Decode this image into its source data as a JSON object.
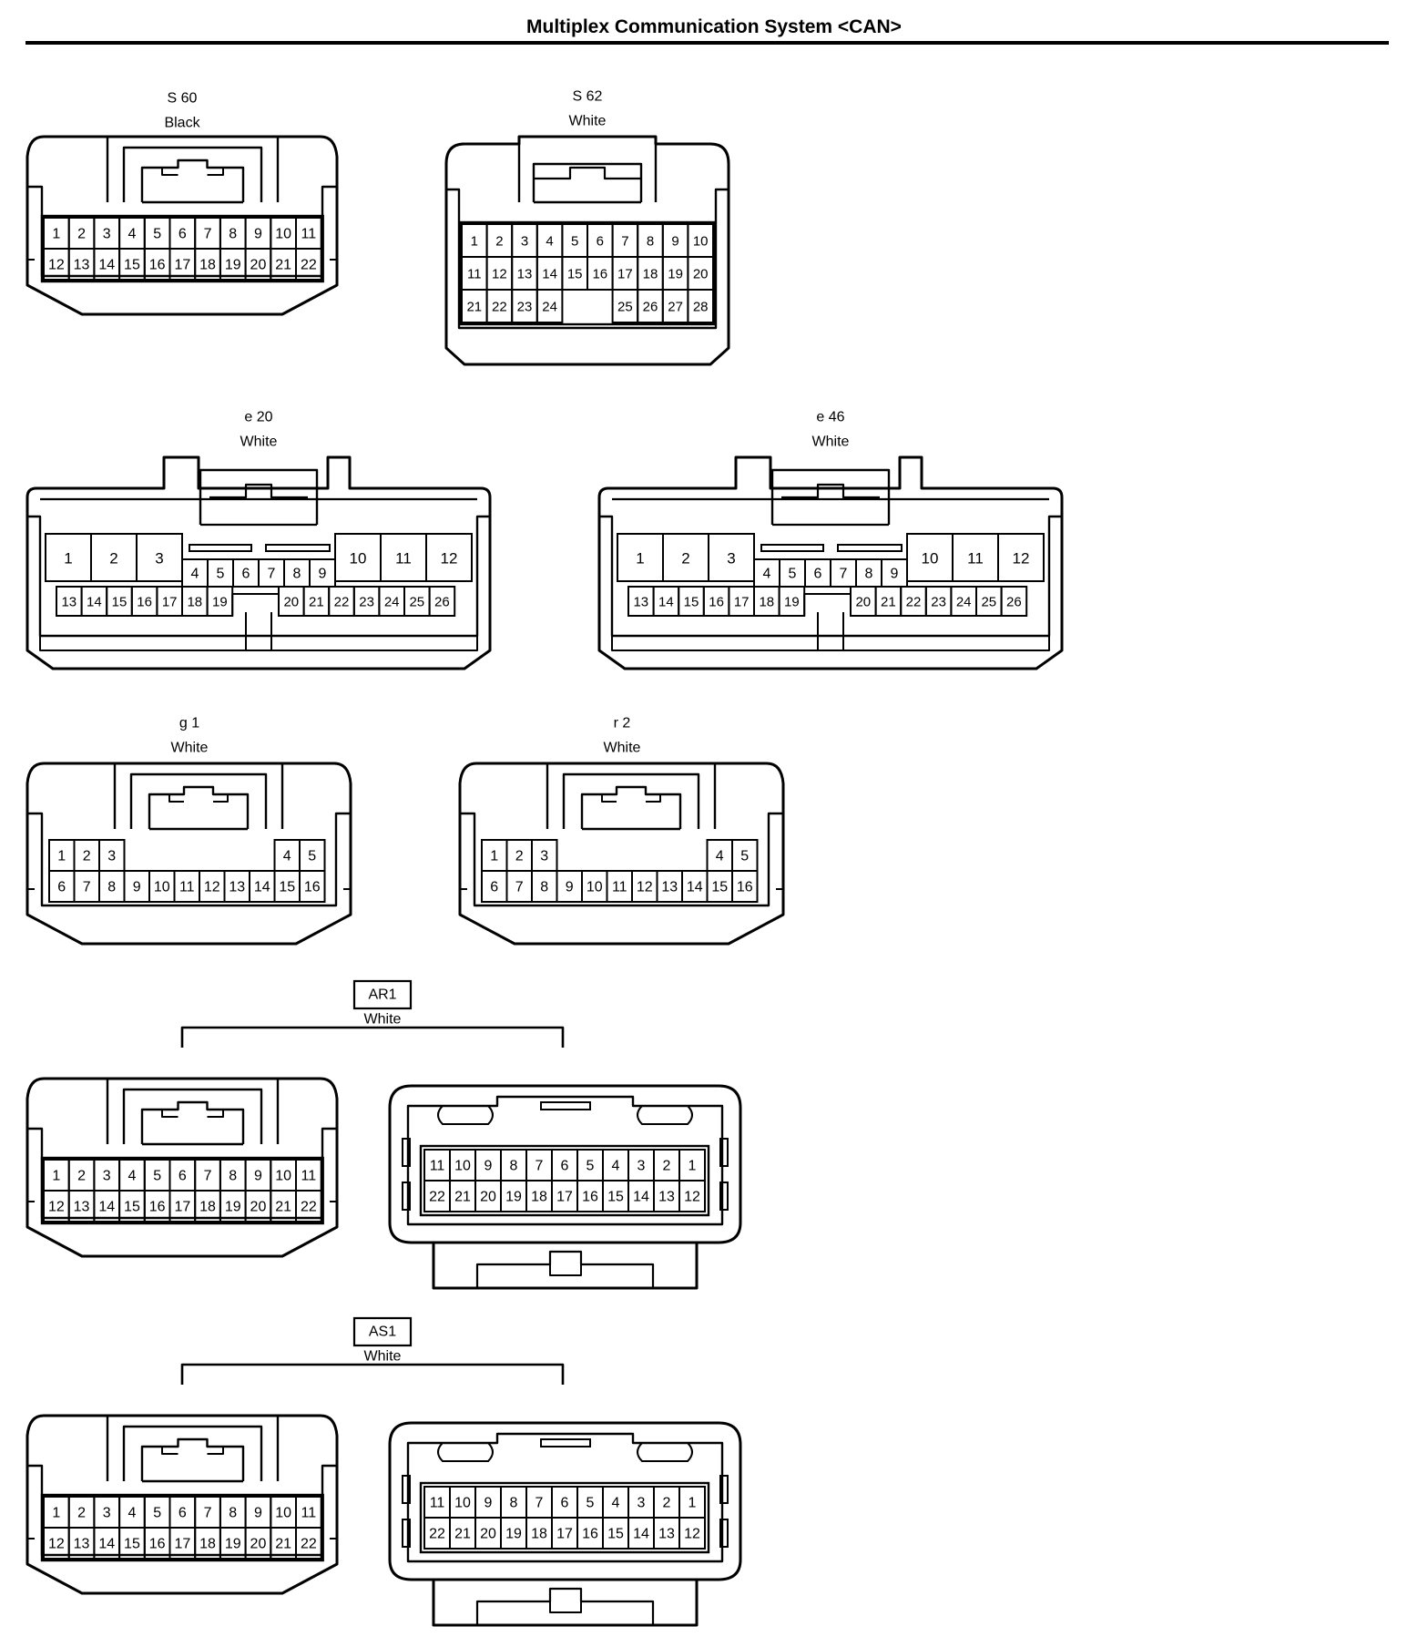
{
  "page": {
    "title": "Multiplex Communication System <CAN>"
  },
  "connectors": [
    {
      "id": "S 60",
      "color": "Black",
      "rows": [
        [
          "1",
          "2",
          "3",
          "4",
          "5",
          "6",
          "7",
          "8",
          "9",
          "10",
          "11"
        ],
        [
          "12",
          "13",
          "14",
          "15",
          "16",
          "17",
          "18",
          "19",
          "20",
          "21",
          "22"
        ]
      ]
    },
    {
      "id": "S 62",
      "color": "White",
      "rows": [
        [
          "1",
          "2",
          "3",
          "4",
          "5",
          "6",
          "7",
          "8",
          "9",
          "10"
        ],
        [
          "11",
          "12",
          "13",
          "14",
          "15",
          "16",
          "17",
          "18",
          "19",
          "20"
        ],
        [
          "21",
          "22",
          "23",
          "24",
          "",
          "",
          "25",
          "26",
          "27",
          "28"
        ]
      ]
    },
    {
      "id": "e 20",
      "color": "White",
      "large_pins": [
        "1",
        "2",
        "3",
        "10",
        "11",
        "12"
      ],
      "middle_pins": [
        "4",
        "5",
        "6",
        "7",
        "8",
        "9"
      ],
      "bottom_pins": [
        "13",
        "14",
        "15",
        "16",
        "17",
        "18",
        "19",
        "20",
        "21",
        "22",
        "23",
        "24",
        "25",
        "26"
      ]
    },
    {
      "id": "e 46",
      "color": "White",
      "large_pins": [
        "1",
        "2",
        "3",
        "10",
        "11",
        "12"
      ],
      "middle_pins": [
        "4",
        "5",
        "6",
        "7",
        "8",
        "9"
      ],
      "bottom_pins": [
        "13",
        "14",
        "15",
        "16",
        "17",
        "18",
        "19",
        "20",
        "21",
        "22",
        "23",
        "24",
        "25",
        "26"
      ]
    },
    {
      "id": "g 1",
      "color": "White",
      "rows": [
        [
          "1",
          "2",
          "3",
          "4",
          "5"
        ],
        [
          "6",
          "7",
          "8",
          "9",
          "10",
          "11",
          "12",
          "13",
          "14",
          "15",
          "16"
        ]
      ]
    },
    {
      "id": "r 2",
      "color": "White",
      "rows": [
        [
          "1",
          "2",
          "3",
          "4",
          "5"
        ],
        [
          "6",
          "7",
          "8",
          "9",
          "10",
          "11",
          "12",
          "13",
          "14",
          "15",
          "16"
        ]
      ]
    },
    {
      "id": "AR1",
      "color": "White",
      "pair": true,
      "female_rows": [
        [
          "1",
          "2",
          "3",
          "4",
          "5",
          "6",
          "7",
          "8",
          "9",
          "10",
          "11"
        ],
        [
          "12",
          "13",
          "14",
          "15",
          "16",
          "17",
          "18",
          "19",
          "20",
          "21",
          "22"
        ]
      ],
      "male_rows": [
        [
          "11",
          "10",
          "9",
          "8",
          "7",
          "6",
          "5",
          "4",
          "3",
          "2",
          "1"
        ],
        [
          "22",
          "21",
          "20",
          "19",
          "18",
          "17",
          "16",
          "15",
          "14",
          "13",
          "12"
        ]
      ]
    },
    {
      "id": "AS1",
      "color": "White",
      "pair": true,
      "female_rows": [
        [
          "1",
          "2",
          "3",
          "4",
          "5",
          "6",
          "7",
          "8",
          "9",
          "10",
          "11"
        ],
        [
          "12",
          "13",
          "14",
          "15",
          "16",
          "17",
          "18",
          "19",
          "20",
          "21",
          "22"
        ]
      ],
      "male_rows": [
        [
          "11",
          "10",
          "9",
          "8",
          "7",
          "6",
          "5",
          "4",
          "3",
          "2",
          "1"
        ],
        [
          "22",
          "21",
          "20",
          "19",
          "18",
          "17",
          "16",
          "15",
          "14",
          "13",
          "12"
        ]
      ]
    }
  ]
}
